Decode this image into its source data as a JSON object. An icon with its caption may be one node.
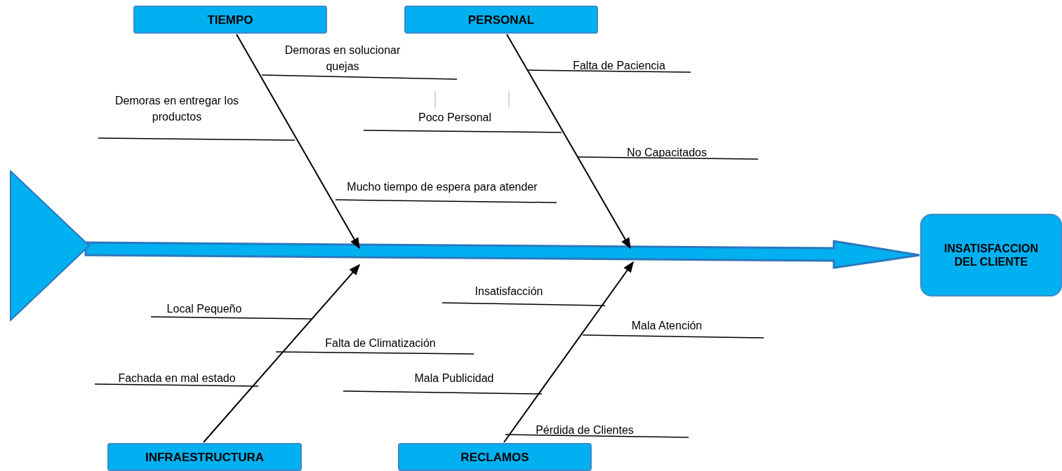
{
  "diagram": {
    "nodes": [
      {
        "text": [
          "TIEMPO"
        ]
      },
      {
        "text": [
          "PERSONAL"
        ]
      },
      {
        "text": [],
        "shape": "triangle"
      },
      {
        "text": [
          "INSATISFACCION DEL CLIENTE"
        ]
      },
      {
        "text": [
          "INFRAESTRUCTURA"
        ]
      },
      {
        "text": [
          "RECLAMOS"
        ]
      }
    ],
    "edges": [
      {
        "from": 2,
        "to": 3,
        "arrow": "to",
        "style": "thick",
        "color": "#00b0f0"
      },
      {
        "from": 0,
        "to": null,
        "arrow": "to"
      },
      {
        "from": 1,
        "to": null,
        "arrow": "to"
      },
      {
        "from": 4,
        "to": null,
        "arrow": "to"
      },
      {
        "from": 5,
        "to": null,
        "arrow": "to"
      }
    ],
    "labels": [
      "Demoras en solucionar quejas",
      "Falta de Paciencia",
      "Demoras en entregar los productos",
      "Poco Personal",
      "No Capacitados",
      "Mucho tiempo de espera para atender",
      "Insatisfacción",
      "Local Pequeño",
      "Mala Atención",
      "Falta de Climatización",
      "Fachada en mal estado",
      "Mala Publicidad",
      "Pérdida de Clientes"
    ]
  }
}
